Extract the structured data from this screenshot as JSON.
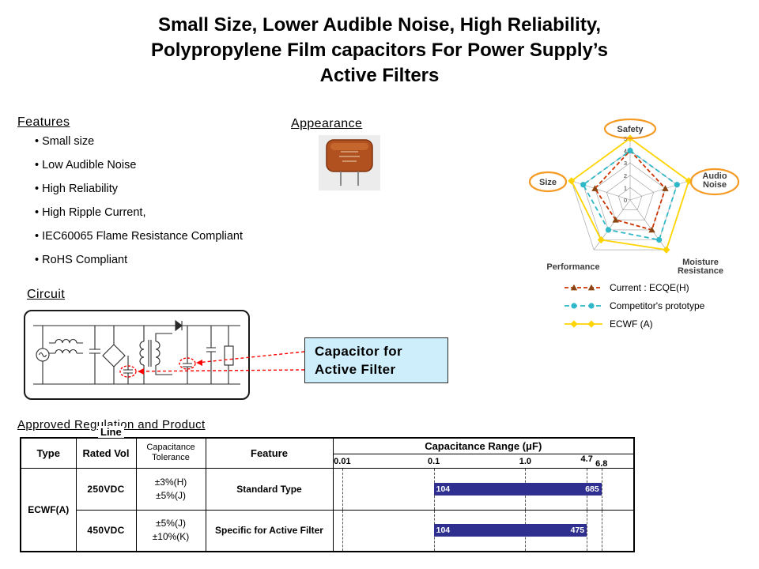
{
  "title": {
    "line1": "Small Size, Lower Audible Noise, High Reliability,",
    "line2": "Polypropylene Film capacitors For Power Supply’s",
    "line3": "Active Filters"
  },
  "features": {
    "heading": "Features",
    "items": [
      "Small size",
      "Low Audible Noise",
      "High Reliability",
      "High Ripple Current,",
      "IEC60065 Flame Resistance Compliant",
      "RoHS Compliant"
    ]
  },
  "appearance": {
    "heading": "Appearance"
  },
  "circuit": {
    "heading": "Circuit",
    "callout_line1": "Capacitor for",
    "callout_line2": "Active Filter"
  },
  "chart_data": {
    "type": "radar",
    "axes": [
      "Safety",
      "Audio Noise",
      "Moisture Resistance",
      "Performance",
      "Size"
    ],
    "max": 5,
    "tick_labels": [
      "0",
      "1",
      "2",
      "3",
      "4",
      "5"
    ],
    "highlighted_axes": [
      "Safety",
      "Audio Noise",
      "Size"
    ],
    "highlight_color": "#f59a23",
    "series": [
      {
        "name": "Current : ECQE(H)",
        "values": [
          4,
          3,
          3,
          2,
          3
        ],
        "color": "#cc3300",
        "dash": "5,3",
        "marker": "triangle",
        "marker_color": "#8b4513"
      },
      {
        "name": "Competitor's prototype",
        "values": [
          4,
          4,
          4,
          3,
          4
        ],
        "color": "#2fb8c8",
        "dash": "6,4",
        "marker": "circle",
        "marker_color": "#2fb8c8"
      },
      {
        "name": "ECWF (A)",
        "values": [
          5,
          5,
          5,
          4,
          5
        ],
        "color": "#ffd400",
        "dash": "",
        "marker": "diamond",
        "marker_color": "#ffd400"
      }
    ]
  },
  "table": {
    "heading": "Approved Regulation and Product",
    "line_label": "Line",
    "headers": {
      "type": "Type",
      "rated_vol": "Rated Vol",
      "tolerance": "Capacitance Tolerance",
      "feature": "Feature",
      "range": "Capacitance Range  (μF)"
    },
    "scale": [
      {
        "label": "0.01",
        "value": 0.01
      },
      {
        "label": "0.1",
        "value": 0.1
      },
      {
        "label": "1.0",
        "value": 1.0
      },
      {
        "label": "4.7",
        "value": 4.7
      },
      {
        "label": "6.8",
        "value": 6.8
      }
    ],
    "type_value": "ECWF(A)",
    "bar_color": "#2f2f8f",
    "rows": [
      {
        "rated_vol": "250VDC",
        "tolerance1": "±3%(H)",
        "tolerance2": "±5%(J)",
        "feature": "Standard Type",
        "bar": {
          "from": 0.1,
          "to": 6.8,
          "label_from": "104",
          "label_to": "685"
        }
      },
      {
        "rated_vol": "450VDC",
        "tolerance1": "±5%(J)",
        "tolerance2": "±10%(K)",
        "feature": "Specific for Active Filter",
        "bar": {
          "from": 0.1,
          "to": 4.7,
          "label_from": "104",
          "label_to": "475"
        }
      }
    ]
  }
}
